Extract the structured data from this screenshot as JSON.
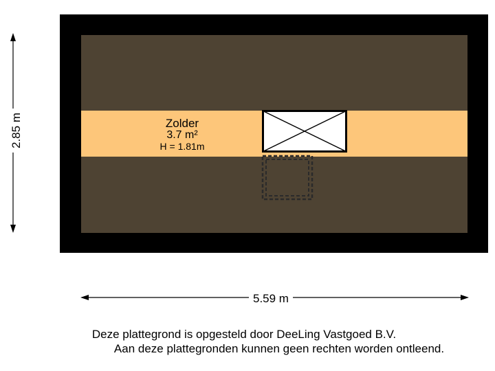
{
  "colors": {
    "wall": "#000000",
    "floor": "#4e4333",
    "room_band": "#fdc67a",
    "stair_hatch": "#ffffff"
  },
  "room": {
    "name": "Zolder",
    "area": "3.7 m²",
    "height": "H = 1.81m"
  },
  "dimensions": {
    "width": "5.59 m",
    "depth": "2.85 m"
  },
  "disclaimer": {
    "line1": "Deze plattegrond is opgesteld door DeeLing Vastgoed B.V.",
    "line2": "Aan deze plattegronden kunnen geen rechten worden ontleend."
  }
}
